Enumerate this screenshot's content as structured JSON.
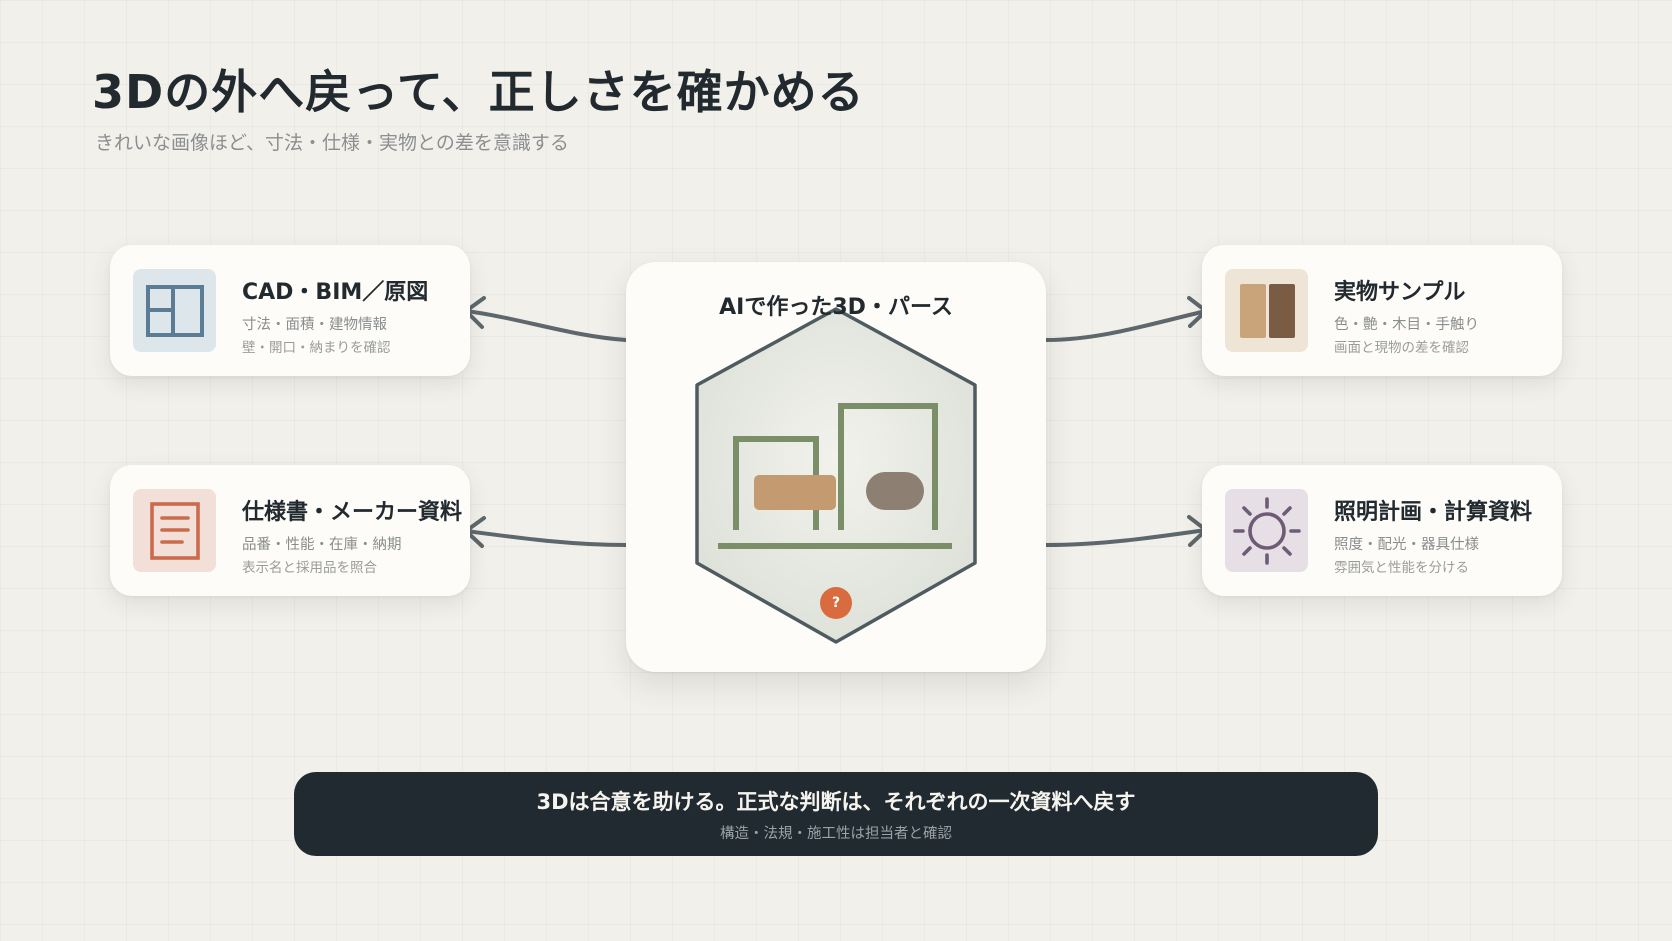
{
  "title": "3Dの外へ戻って、正しさを確かめる",
  "subtitle": "きれいな画像ほど、寸法・仕様・実物との差を意識する",
  "center": {
    "title": "AIで作った3D・パース",
    "badge": "?"
  },
  "cards": {
    "cad": {
      "title": "CAD・BIM／原図",
      "line1": "寸法・面積・建物情報",
      "line2": "壁・開口・納まりを確認",
      "icon": "floor-plan-icon",
      "color": "#5a7d95"
    },
    "spec": {
      "title": "仕様書・メーカー資料",
      "line1": "品番・性能・在庫・納期",
      "line2": "表示名と採用品を照合",
      "icon": "document-icon",
      "color": "#c96b4c"
    },
    "sample": {
      "title": "実物サンプル",
      "line1": "色・艶・木目・手触り",
      "line2": "画面と現物の差を確認",
      "icon": "material-sample-icon",
      "color": "#8c6a4f"
    },
    "lighting": {
      "title": "照明計画・計算資料",
      "line1": "照度・配光・器具仕様",
      "line2": "雰囲気と性能を分ける",
      "icon": "sun-icon",
      "color": "#6e5c76"
    }
  },
  "banner": {
    "main": "3Dは合意を助ける。正式な判断は、それぞれの一次資料へ戻す",
    "sub": "構造・法規・施工性は担当者と確認"
  }
}
